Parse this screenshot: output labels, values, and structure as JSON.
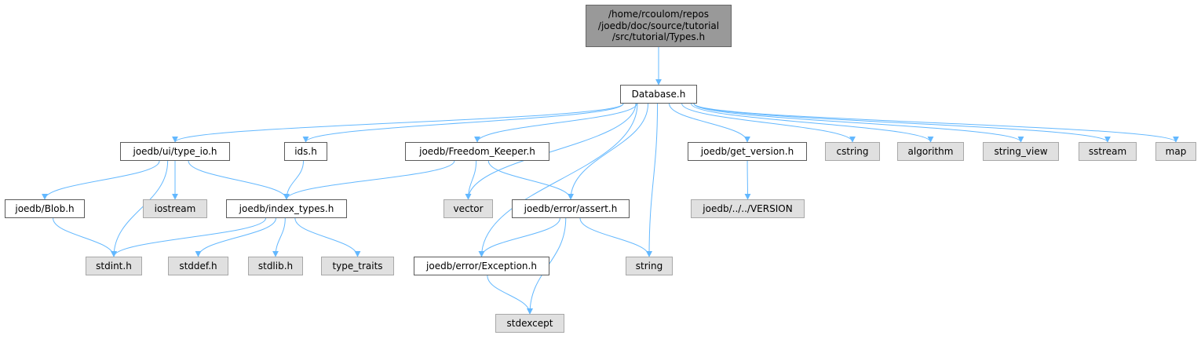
{
  "colors": {
    "edge": "#63b8ff",
    "root_fill": "#999999",
    "local_fill": "#ffffff",
    "system_fill": "#e0e0e0",
    "border": "#5b5b5b"
  },
  "nodes": {
    "root": "/home/rcoulom/repos\n/joedb/doc/source/tutorial\n/src/tutorial/Types.h",
    "database": "Database.h",
    "type_io": "joedb/ui/type_io.h",
    "ids": "ids.h",
    "freedom_keeper": "joedb/Freedom_Keeper.h",
    "get_version": "joedb/get_version.h",
    "cstring": "cstring",
    "algorithm": "algorithm",
    "string_view": "string_view",
    "sstream": "sstream",
    "map": "map",
    "blob": "joedb/Blob.h",
    "iostream": "iostream",
    "index_types": "joedb/index_types.h",
    "vector": "vector",
    "assert": "joedb/error/assert.h",
    "version": "joedb/../../VERSION",
    "stdint": "stdint.h",
    "stddef": "stddef.h",
    "stdlib": "stdlib.h",
    "type_traits": "type_traits",
    "exception": "joedb/error/Exception.h",
    "string": "string",
    "stdexcept": "stdexcept"
  },
  "edges": [
    [
      "root",
      "database"
    ],
    [
      "database",
      "type_io"
    ],
    [
      "database",
      "ids"
    ],
    [
      "database",
      "freedom_keeper"
    ],
    [
      "database",
      "get_version"
    ],
    [
      "database",
      "cstring"
    ],
    [
      "database",
      "algorithm"
    ],
    [
      "database",
      "string_view"
    ],
    [
      "database",
      "sstream"
    ],
    [
      "database",
      "map"
    ],
    [
      "database",
      "vector"
    ],
    [
      "database",
      "assert"
    ],
    [
      "database",
      "exception"
    ],
    [
      "database",
      "string"
    ],
    [
      "type_io",
      "blob"
    ],
    [
      "type_io",
      "iostream"
    ],
    [
      "type_io",
      "index_types"
    ],
    [
      "type_io",
      "stdint"
    ],
    [
      "ids",
      "index_types"
    ],
    [
      "freedom_keeper",
      "index_types"
    ],
    [
      "freedom_keeper",
      "vector"
    ],
    [
      "freedom_keeper",
      "assert"
    ],
    [
      "get_version",
      "version"
    ],
    [
      "blob",
      "stdint"
    ],
    [
      "index_types",
      "stdint"
    ],
    [
      "index_types",
      "stddef"
    ],
    [
      "index_types",
      "stdlib"
    ],
    [
      "index_types",
      "type_traits"
    ],
    [
      "assert",
      "exception"
    ],
    [
      "assert",
      "string"
    ],
    [
      "assert",
      "stdexcept"
    ],
    [
      "exception",
      "stdexcept"
    ]
  ]
}
